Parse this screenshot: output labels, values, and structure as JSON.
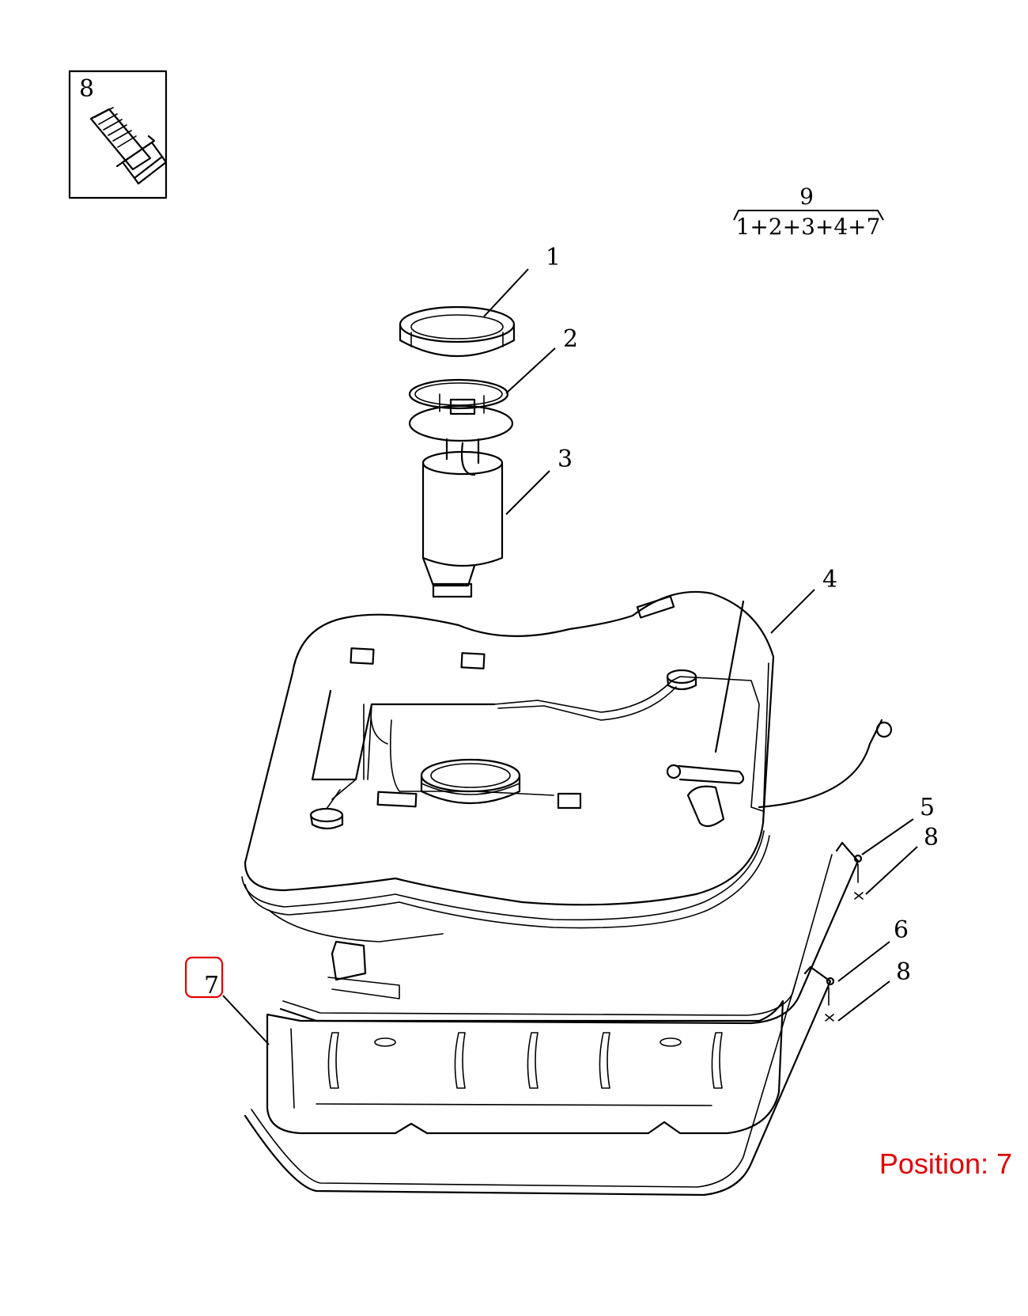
{
  "inset": {
    "callout": "8"
  },
  "kit": {
    "number": "9",
    "components": "1+2+3+4+7"
  },
  "callouts": [
    {
      "id": "1",
      "label": "1"
    },
    {
      "id": "2",
      "label": "2"
    },
    {
      "id": "3",
      "label": "3"
    },
    {
      "id": "4",
      "label": "4"
    },
    {
      "id": "5",
      "label": "5"
    },
    {
      "id": "8a",
      "label": "8"
    },
    {
      "id": "6",
      "label": "6"
    },
    {
      "id": "8b",
      "label": "8"
    },
    {
      "id": "7",
      "label": "7"
    }
  ],
  "highlighted_callout": "7",
  "highlight_color": "#e00000",
  "position": {
    "label": "Position: 7"
  }
}
